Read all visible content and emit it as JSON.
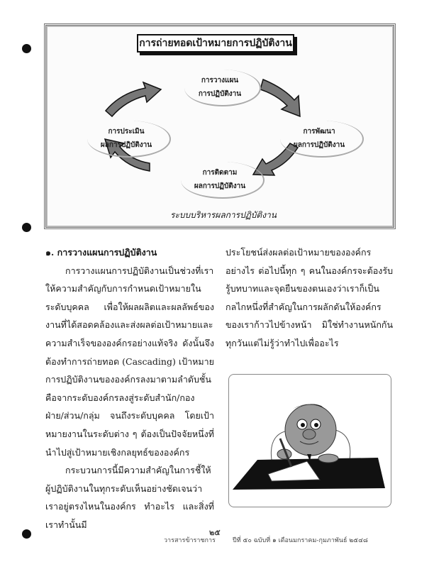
{
  "diagram": {
    "title": "การถ่ายทอดเป้าหมายการปฏิบัติงาน",
    "nodes": [
      {
        "line1": "การวางแผน",
        "line2": "การปฏิบัติงาน"
      },
      {
        "line1": "การพัฒนา",
        "line2": "ผลการปฏิบัติงาน"
      },
      {
        "line1": "การติดตาม",
        "line2": "ผลการปฏิบัติงาน"
      },
      {
        "line1": "การประเมิน",
        "line2": "ผลการปฏิบัติงาน"
      }
    ],
    "caption": "ระบบบริหารผลการปฏิบัติงาน"
  },
  "section": {
    "heading": "๑. การวางแผนการปฏิบัติงาน",
    "para1": "การวางแผนการปฏิบัติงานเป็นช่วงที่เราให้ความสำคัญกับการกำหนดเป้าหมายในระดับบุคคล เพื่อให้ผลผลิตและผลลัพธ์ของงานที่ได้สอดคล้องและส่งผลต่อเป้าหมายและความสำเร็จขององค์กรอย่างแท้จริง ดังนั้นจึงต้องทำการถ่ายทอด (Cascading) เป้าหมายการปฏิบัติงานขององค์กรลงมาตามลำดับชั้น คือจากระดับองค์กรลงสู่ระดับสำนัก/กอง ฝ่าย/ส่วน/กลุ่ม จนถึงระดับบุคคล โดยเป้าหมายงานในระดับต่าง ๆ ต้องเป็นปัจจัยหนึ่งที่นำไปสู่เป้าหมายเชิงกลยุทธ์ขององค์กร",
    "para2": "กระบวนการนี้มีความสำคัญในการชี้ให้ผู้ปฏิบัติงานในทุกระดับเห็นอย่างชัดเจนว่าเราอยู่ตรงไหนในองค์กร ทำอะไร และสิ่งที่เราทำนั้นมี",
    "para2_cont": "ประโยชน์ส่งผลต่อเป้าหมายขององค์กรอย่างไร ต่อไปนี้ทุก ๆ คนในองค์กรจะต้องรับรู้บทบาทและจุดยืนของตนเองว่าเราก็เป็นกลไกหนึ่งที่สำคัญในการผลักดันให้องค์กรของเราก้าวไปข้างหน้า มิใช่ทำงานหนักกันทุกวันแต่ไม่รู้ว่าทำไปเพื่ออะไร"
  },
  "footer": {
    "page_number": "๒๕",
    "journal": "วารสารข้าราชการ",
    "issue": "ปีที่ ๕๐ ฉบับที่ ๑ เดือนมกราคม-กุมภาพันธ์ ๒๕๔๘"
  }
}
